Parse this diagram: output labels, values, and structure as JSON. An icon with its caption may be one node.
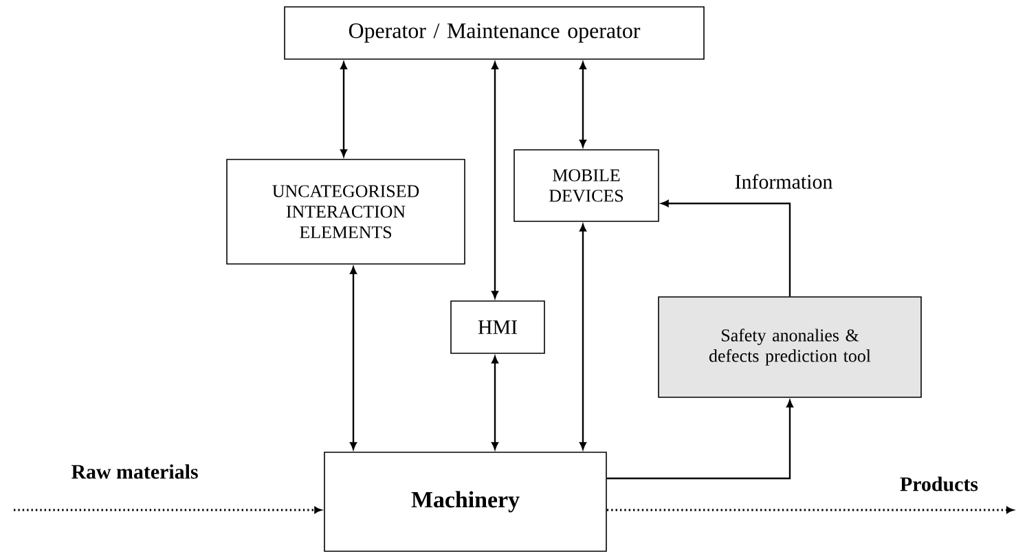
{
  "diagram": {
    "nodes": [
      {
        "text": [
          "Operator / Maintenance operator"
        ]
      },
      {
        "text": [
          "UNCATEGORISED INTERACTION ELEMENTS"
        ]
      },
      {
        "text": [
          "MOBILE DEVICES"
        ]
      },
      {
        "text": [
          "HMI"
        ]
      },
      {
        "text": [
          "Safety anonalies & defects prediction tool"
        ]
      },
      {
        "text": [
          "**Machinery**"
        ]
      }
    ],
    "edges": [
      {
        "from": 0,
        "to": 1,
        "arrow": "both"
      },
      {
        "from": 0,
        "to": 3,
        "arrow": "both"
      },
      {
        "from": 0,
        "to": 2,
        "arrow": "both"
      },
      {
        "from": 1,
        "to": 5,
        "arrow": "both"
      },
      {
        "from": 3,
        "to": 5,
        "arrow": "both"
      },
      {
        "from": 2,
        "to": 5,
        "arrow": "both"
      },
      {
        "from": 5,
        "to": 4,
        "arrow": "to"
      },
      {
        "from": 4,
        "to": 2,
        "arrow": "to",
        "label": "Information"
      },
      {
        "from": null,
        "to": 5,
        "arrow": "to",
        "style": "dashed",
        "label": "**Raw materials**"
      },
      {
        "from": 5,
        "to": null,
        "arrow": "to",
        "style": "dashed",
        "label": "**Products**"
      }
    ]
  }
}
